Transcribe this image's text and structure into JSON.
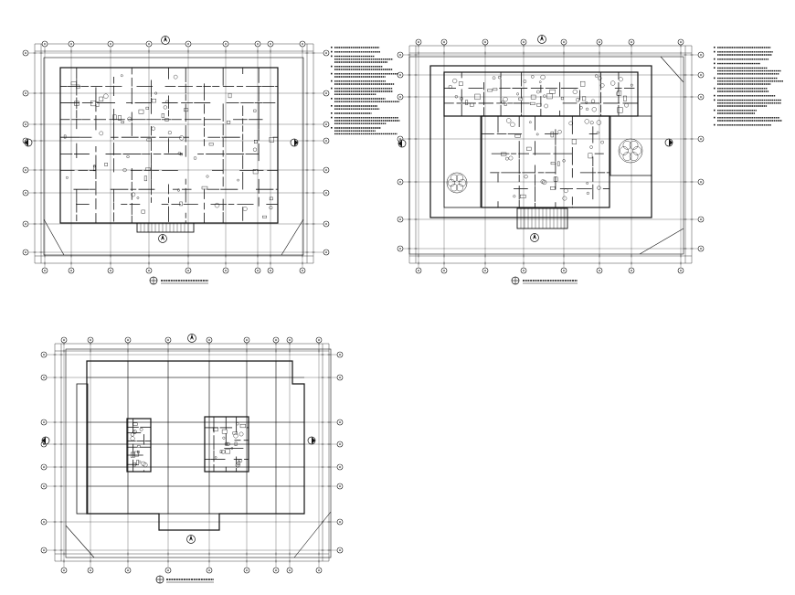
{
  "sheet": {
    "background": "#ffffff",
    "line_color": "#111111"
  },
  "plans": [
    {
      "id": "plan-1",
      "kind": "ground-floor",
      "caption": "",
      "notes_title": "",
      "notes": []
    },
    {
      "id": "plan-2",
      "kind": "first-floor",
      "caption": "",
      "notes_title": "",
      "notes": []
    },
    {
      "id": "plan-3",
      "kind": "roof",
      "caption": "",
      "notes_title": "",
      "notes": []
    }
  ],
  "icons": {
    "north_arrow": "north-arrow-icon",
    "section_mark": "section-marker-icon",
    "grid_bubble": "grid-bubble-icon",
    "plant_symbol": "plant-symbol-icon"
  }
}
